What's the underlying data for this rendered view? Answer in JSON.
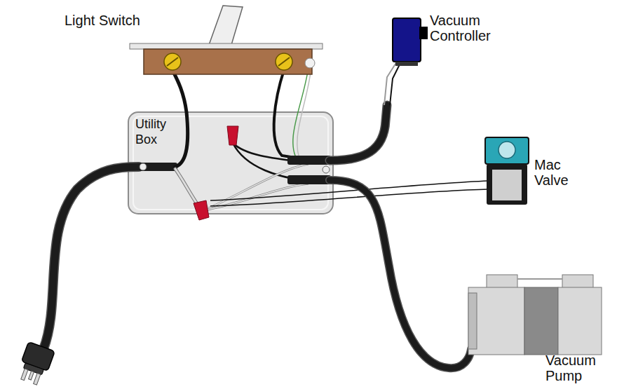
{
  "diagram": {
    "nodes": [
      {
        "text": [
          "Utility Box"
        ]
      }
    ],
    "labels": [
      "Light Switch",
      "Vacuum Controller",
      "Mac Valve",
      "Vacuum Pump"
    ]
  }
}
